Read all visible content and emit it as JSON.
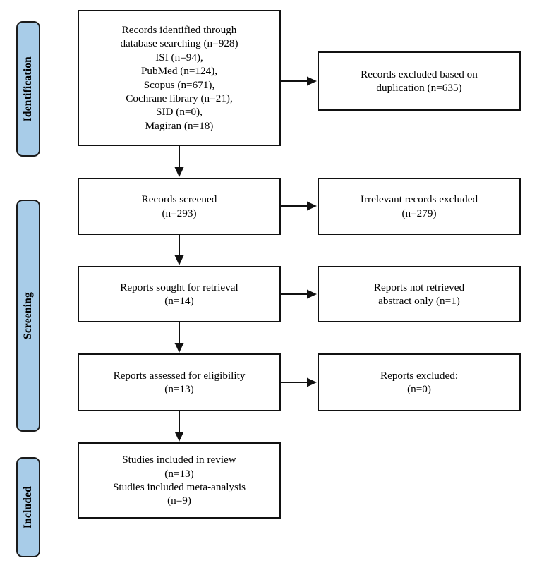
{
  "figure": {
    "type": "prisma-flow-diagram",
    "accent_color": "#a8cce8",
    "line_color": "#111111",
    "background": "#ffffff"
  },
  "stages": [
    {
      "id": "identification",
      "label": "Identification"
    },
    {
      "id": "screening",
      "label": "Screening"
    },
    {
      "id": "included",
      "label": "Included"
    }
  ],
  "boxes": {
    "identified": "Records identified through\ndatabase searching (n=928)\nISI (n=94),\nPubMed (n=124),\nScopus (n=671),\nCochrane library (n=21),\nSID (n=0),\nMagiran (n=18)",
    "excluded_duplication": "Records excluded based on\nduplication (n=635)",
    "screened": "Records screened\n(n=293)",
    "excluded_irrelevant": "Irrelevant records excluded\n(n=279)",
    "sought_for_retrieval": "Reports sought for retrieval\n(n=14)",
    "not_retrieved": "Reports not retrieved\nabstract only (n=1)",
    "assessed_for_eligibility": "Reports assessed for eligibility\n(n=13)",
    "reports_excluded": "Reports excluded:\n(n=0)",
    "studies_included": "Studies included in review\n(n=13)\nStudies included meta-analysis\n(n=9)"
  },
  "counts": {
    "identified_total": 928,
    "isi": 94,
    "pubmed": 124,
    "scopus": 671,
    "cochrane_library": 21,
    "sid": 0,
    "magiran": 18,
    "excluded_duplication": 635,
    "screened": 293,
    "excluded_irrelevant": 279,
    "sought_for_retrieval": 14,
    "not_retrieved_abstract_only": 1,
    "assessed_for_eligibility": 13,
    "reports_excluded": 0,
    "studies_included_review": 13,
    "studies_included_meta_analysis": 9
  }
}
